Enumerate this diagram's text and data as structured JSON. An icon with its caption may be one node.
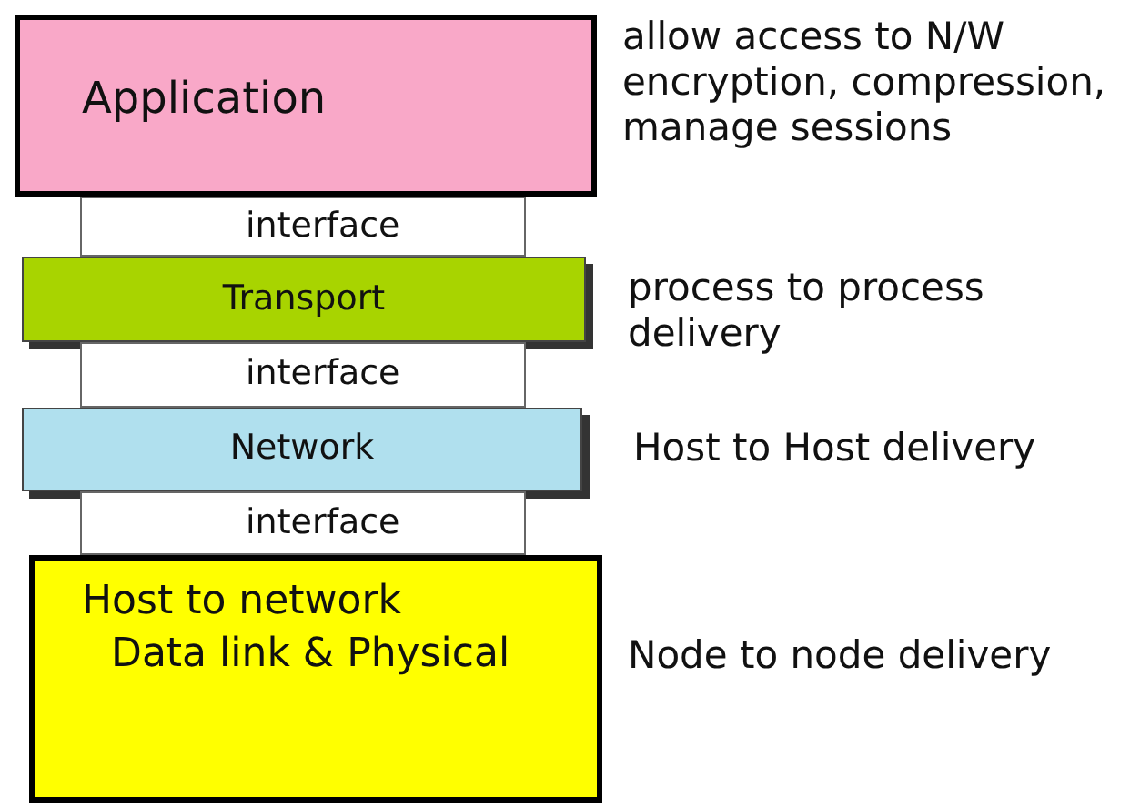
{
  "diagram": {
    "nodes": [
      {
        "text": [
          "Application"
        ],
        "beside": [
          "allow access to N/W encryption, compression, manage sessions"
        ]
      },
      {
        "text": [
          "interface"
        ]
      },
      {
        "text": [
          "Transport"
        ],
        "beside": [
          "process to process delivery"
        ]
      },
      {
        "text": [
          "interface"
        ]
      },
      {
        "text": [
          "Network"
        ],
        "beside": [
          "Host to Host delivery"
        ]
      },
      {
        "text": [
          "interface"
        ]
      },
      {
        "text": [
          "Host to network",
          "Data link & Physical"
        ],
        "beside": [
          "Node to node delivery"
        ]
      }
    ]
  }
}
